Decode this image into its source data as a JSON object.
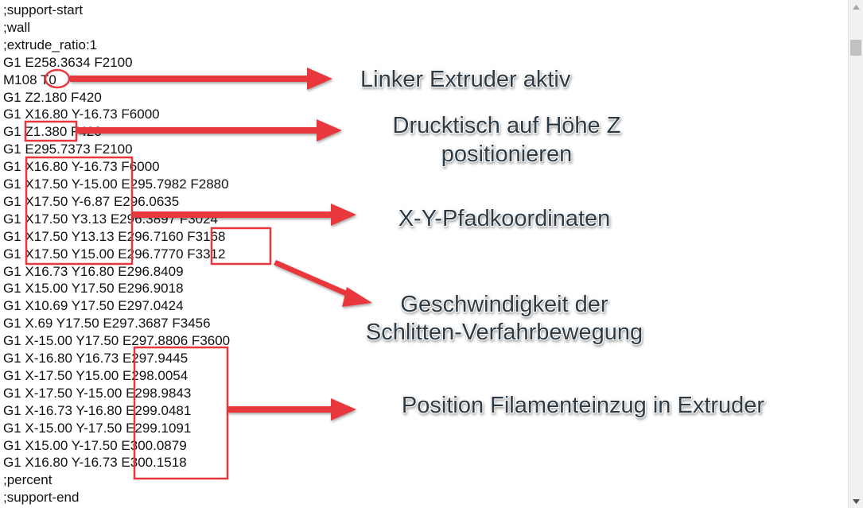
{
  "code_lines": [
    ";support-start",
    ";wall",
    ";extrude_ratio:1",
    "G1 E258.3634 F2100",
    "M108 T0",
    "G1 Z2.180 F420",
    "G1 X16.80 Y-16.73 F6000",
    "G1 Z1.380 F420",
    "G1 E295.7373 F2100",
    "G1 X16.80 Y-16.73 F6000",
    "G1 X17.50 Y-15.00 E295.7982 F2880",
    "G1 X17.50 Y-6.87 E296.0635",
    "G1 X17.50 Y3.13 E296.3897 F3024",
    "G1 X17.50 Y13.13 E296.7160 F3168",
    "G1 X17.50 Y15.00 E296.7770 F3312",
    "G1 X16.73 Y16.80 E296.8409",
    "G1 X15.00 Y17.50 E296.9018",
    "G1 X10.69 Y17.50 E297.0424",
    "G1 X.69 Y17.50 E297.3687 F3456",
    "G1 X-15.00 Y17.50 E297.8806 F3600",
    "G1 X-16.80 Y16.73 E297.9445",
    "G1 X-17.50 Y15.00 E298.0054",
    "G1 X-17.50 Y-15.00 E298.9843",
    "G1 X-16.73 Y-16.80 E299.0481",
    "G1 X-15.00 Y-17.50 E299.1091",
    "G1 X15.00 Y-17.50 E300.0879",
    "G1 X16.80 Y-16.73 E300.1518",
    ";percent",
    ";support-end"
  ],
  "annotations": {
    "extruder": "Linker Extruder aktiv",
    "bed_line1": "Drucktisch auf Höhe Z",
    "bed_line2": "positionieren",
    "xy": "X-Y-Pfadkoordinaten",
    "speed_line1": "Geschwindigkeit der",
    "speed_line2": "Schlitten-Verfahrbewegung",
    "filament": "Position Filamenteinzug in Extruder"
  },
  "colors": {
    "highlight": "#e8383d",
    "annotation_text": "#2e3a44"
  },
  "icons": {
    "scroll_up": "triangle-up",
    "scroll_down": "triangle-down"
  }
}
